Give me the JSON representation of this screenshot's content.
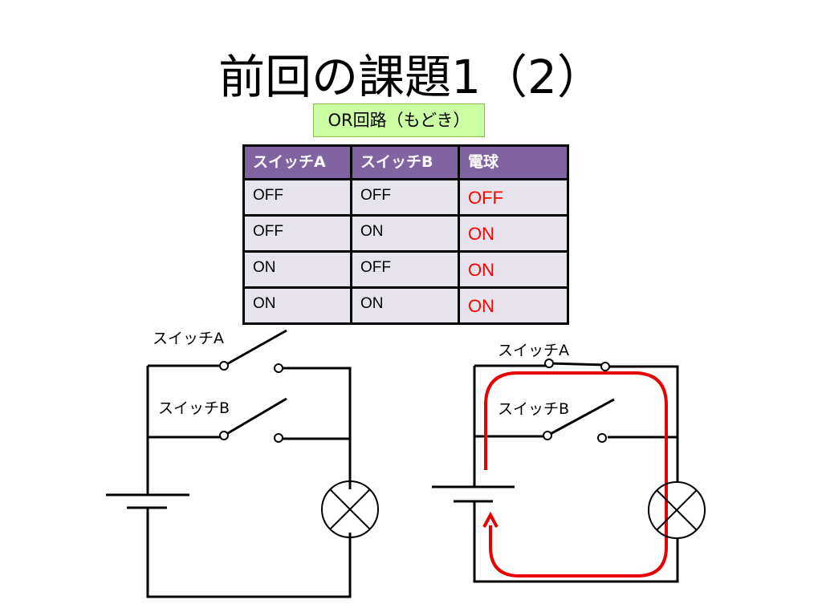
{
  "slide": {
    "title": "前回の課題1（2）",
    "subtitle": "OR回路（もどき）"
  },
  "table": {
    "headers": [
      "スイッチA",
      "スイッチB",
      "電球"
    ],
    "rows": [
      [
        "OFF",
        "OFF",
        "OFF"
      ],
      [
        "OFF",
        "ON",
        "ON"
      ],
      [
        "ON",
        "OFF",
        "ON"
      ],
      [
        "ON",
        "ON",
        "ON"
      ]
    ]
  },
  "circuit_left": {
    "switch_a_label": "スイッチA",
    "switch_b_label": "スイッチB"
  },
  "circuit_right": {
    "switch_a_label": "スイッチA",
    "switch_b_label": "スイッチB"
  },
  "colors": {
    "header_bg": "#8064a2",
    "cell_bg": "#e6e3ec",
    "bulb_text": "#ff0000",
    "subtitle_bg": "#ccffa4",
    "current_path": "#e60000"
  }
}
